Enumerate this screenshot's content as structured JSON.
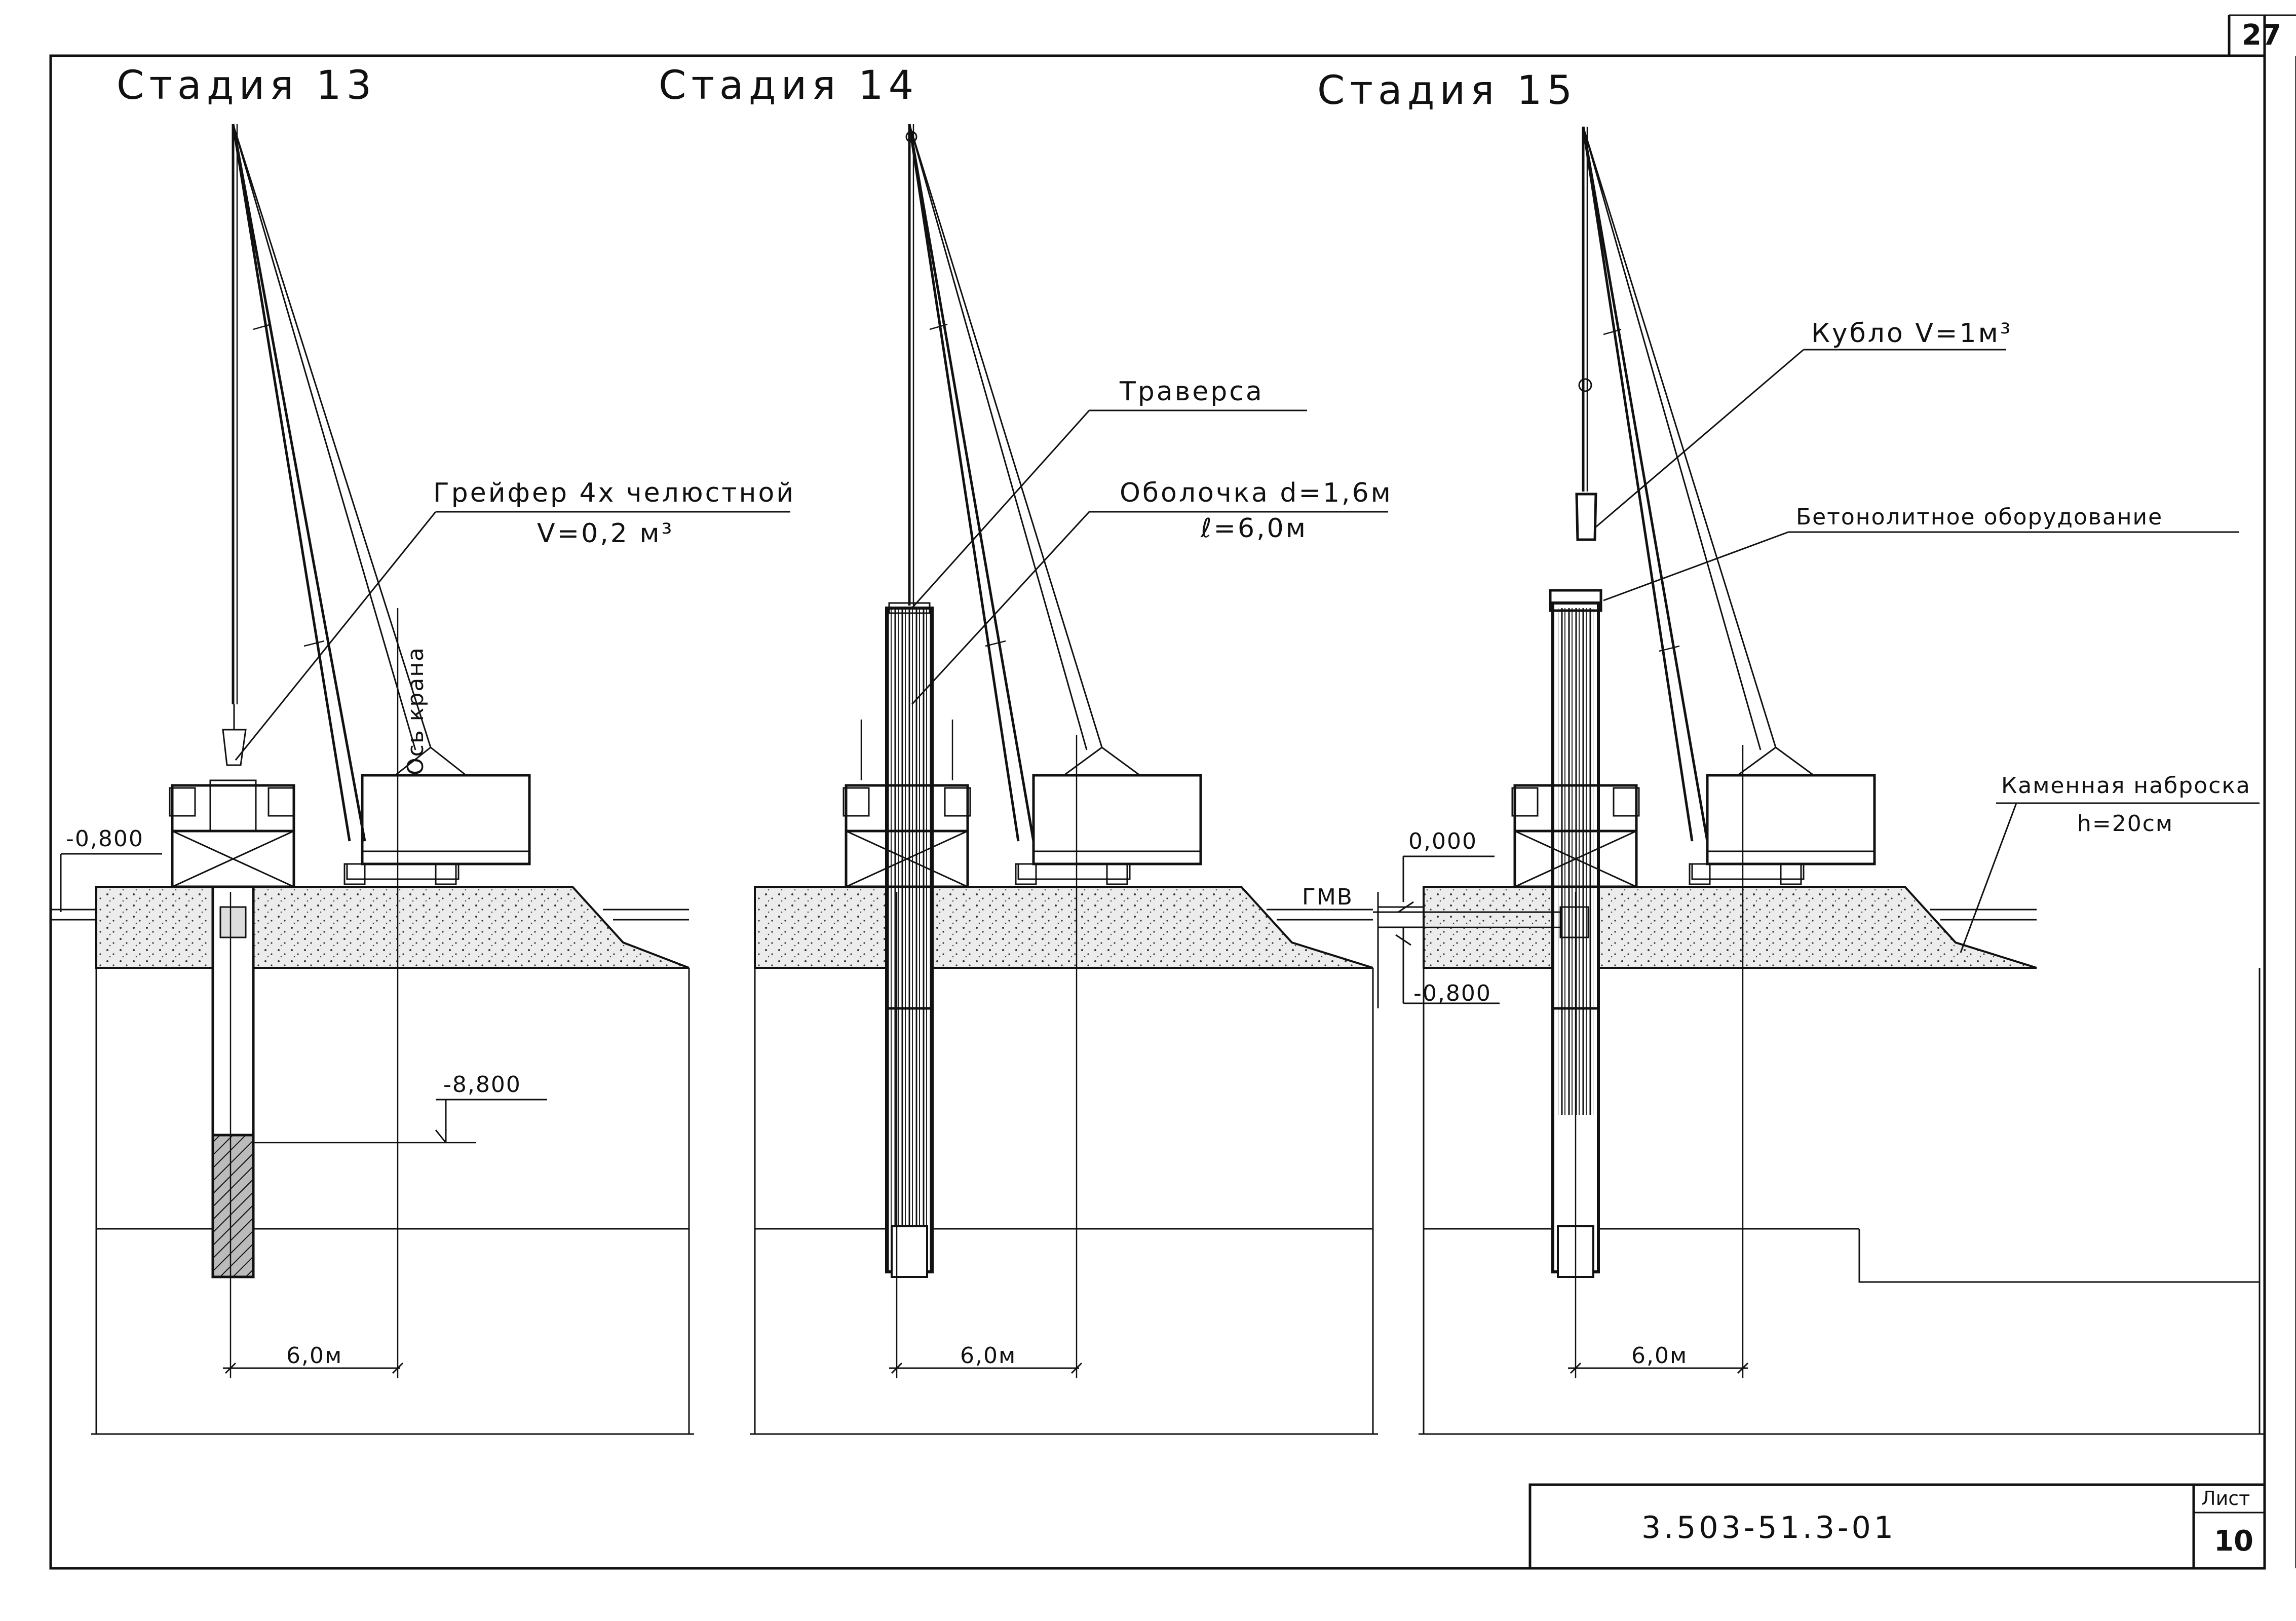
{
  "sheet_corner_number": "27",
  "stages": [
    {
      "title": "Стадия 13",
      "span_label": "6,0м"
    },
    {
      "title": "Стадия 14",
      "span_label": "6,0м"
    },
    {
      "title": "Стадия 15",
      "span_label": "6,0м"
    }
  ],
  "annotations": {
    "grab_line1": "Грейфер 4х челюстной",
    "grab_line2": "V=0,2 м³",
    "crane_axis": "Ось крана",
    "level_minus_0800_left": "-0,800",
    "level_minus_8800": "-8,800",
    "traverse": "Траверса",
    "shell_line1": "Оболочка d=1,6м",
    "shell_line2": "ℓ=6,0м",
    "gmv": "ГМВ",
    "level_0000": "0,000",
    "level_minus_0800_mid": "-0,800",
    "bucket": "Кубло V=1м³",
    "concrete_equipment": "Бетонолитное оборудование",
    "rock_fill_line1": "Каменная наброска",
    "rock_fill_line2": "h=20см"
  },
  "title_block": {
    "code": "3.503-51.3-01",
    "sheet_label": "Лист",
    "sheet_number": "10"
  }
}
